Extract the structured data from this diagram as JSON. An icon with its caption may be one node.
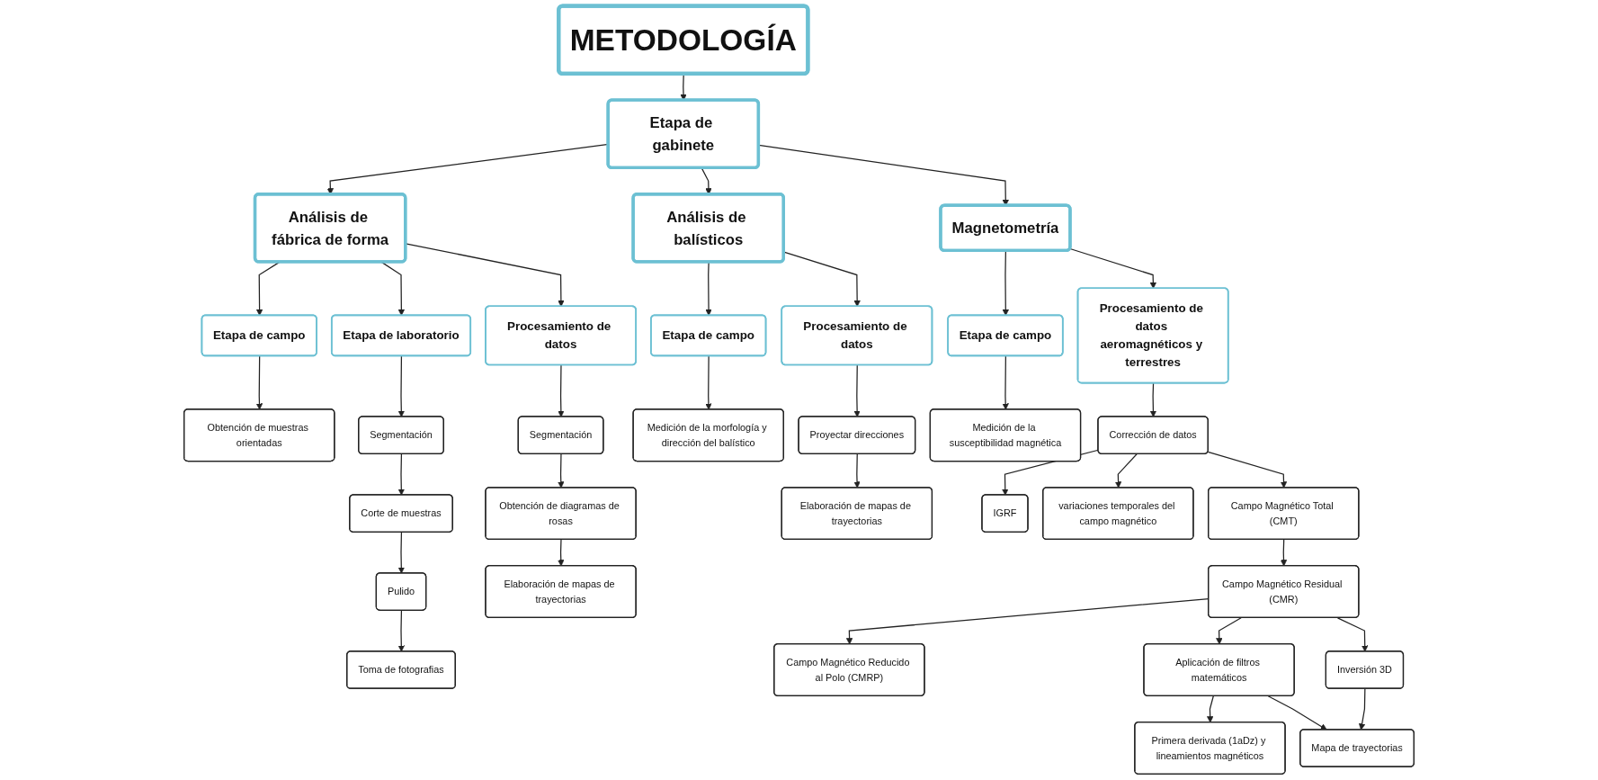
{
  "diagram": {
    "nodes": [
      {
        "text": [
          "METODOLOGÍA"
        ]
      },
      {
        "text": [
          "Etapa de gabinete"
        ]
      },
      {
        "text": [
          "Análisis de fábrica de forma"
        ]
      },
      {
        "text": [
          "Análisis de balísticos"
        ]
      },
      {
        "text": [
          "Magnetometría"
        ]
      },
      {
        "text": [
          "Etapa de campo"
        ]
      },
      {
        "text": [
          "Etapa de laboratorio"
        ]
      },
      {
        "text": [
          "Procesamiento de datos"
        ]
      },
      {
        "text": [
          "Obtención de muestras orientadas"
        ]
      },
      {
        "text": [
          "Segmentación"
        ]
      },
      {
        "text": [
          "Corte de muestras"
        ]
      },
      {
        "text": [
          "Pulido"
        ]
      },
      {
        "text": [
          "Toma de fotografias"
        ]
      },
      {
        "text": [
          "Segmentación"
        ]
      },
      {
        "text": [
          "Obtención de diagramas de rosas"
        ]
      },
      {
        "text": [
          "Elaboración de mapas de trayectorias"
        ]
      },
      {
        "text": [
          "Etapa de campo"
        ]
      },
      {
        "text": [
          "Procesamiento de datos"
        ]
      },
      {
        "text": [
          "Medición de la morfología y dirección del balístico"
        ]
      },
      {
        "text": [
          "Proyectar direcciones"
        ]
      },
      {
        "text": [
          "Elaboración de mapas de trayectorias"
        ]
      },
      {
        "text": [
          "Etapa de campo"
        ]
      },
      {
        "text": [
          "Procesamiento de datos aeromagnéticos y terrestres"
        ]
      },
      {
        "text": [
          "Medición de la susceptibilidad magnética"
        ]
      },
      {
        "text": [
          "IGRF"
        ]
      },
      {
        "text": [
          "Corrección de datos"
        ]
      },
      {
        "text": [
          "variaciones temporales del campo magnético"
        ]
      },
      {
        "text": [
          "Campo Magnético Total (CMT)"
        ]
      },
      {
        "text": [
          "Campo Magnético Residual (CMR)"
        ]
      },
      {
        "text": [
          "Campo Magnético Reducido al Polo (CMRP)"
        ]
      },
      {
        "text": [
          "Primera derivada (1aDz) y lineamientos magnéticos"
        ]
      },
      {
        "text": [
          "Aplicación de filtros matemáticos"
        ]
      },
      {
        "text": [
          "Inversión 3D"
        ]
      },
      {
        "text": [
          "Mapa de trayectorias"
        ]
      }
    ],
    "edges": [
      {
        "from": 0,
        "to": 1,
        "arrow": "to"
      },
      {
        "from": 1,
        "to": 2,
        "arrow": "to"
      },
      {
        "from": 1,
        "to": 3,
        "arrow": "to"
      },
      {
        "from": 1,
        "to": 4,
        "arrow": "to"
      },
      {
        "from": 2,
        "to": 5,
        "arrow": "to"
      },
      {
        "from": 2,
        "to": 6,
        "arrow": "to"
      },
      {
        "from": 2,
        "to": 7,
        "arrow": "to"
      },
      {
        "from": 5,
        "to": 8,
        "arrow": "to"
      },
      {
        "from": 6,
        "to": 9,
        "arrow": "to"
      },
      {
        "from": 9,
        "to": 10,
        "arrow": "to"
      },
      {
        "from": 10,
        "to": 11,
        "arrow": "to"
      },
      {
        "from": 11,
        "to": 12,
        "arrow": "to"
      },
      {
        "from": 7,
        "to": 13,
        "arrow": "to"
      },
      {
        "from": 13,
        "to": 14,
        "arrow": "to"
      },
      {
        "from": 14,
        "to": 15,
        "arrow": "to"
      },
      {
        "from": 3,
        "to": 16,
        "arrow": "to"
      },
      {
        "from": 3,
        "to": 17,
        "arrow": "to"
      },
      {
        "from": 16,
        "to": 18,
        "arrow": "to"
      },
      {
        "from": 17,
        "to": 19,
        "arrow": "to"
      },
      {
        "from": 19,
        "to": 20,
        "arrow": "to"
      },
      {
        "from": 4,
        "to": 21,
        "arrow": "to"
      },
      {
        "from": 4,
        "to": 22,
        "arrow": "to"
      },
      {
        "from": 21,
        "to": 23,
        "arrow": "to"
      },
      {
        "from": 22,
        "to": 25,
        "arrow": "to"
      },
      {
        "from": 25,
        "to": 24,
        "arrow": "to"
      },
      {
        "from": 25,
        "to": 26,
        "arrow": "to"
      },
      {
        "from": 25,
        "to": 27,
        "arrow": "to"
      },
      {
        "from": 27,
        "to": 28,
        "arrow": "to"
      },
      {
        "from": 28,
        "to": 29,
        "arrow": "to"
      },
      {
        "from": 28,
        "to": 31,
        "arrow": "to"
      },
      {
        "from": 28,
        "to": 32,
        "arrow": "to"
      },
      {
        "from": 31,
        "to": 30,
        "arrow": "to"
      },
      {
        "from": 31,
        "to": 33,
        "arrow": "to"
      },
      {
        "from": 32,
        "to": 33,
        "arrow": "to"
      }
    ]
  }
}
